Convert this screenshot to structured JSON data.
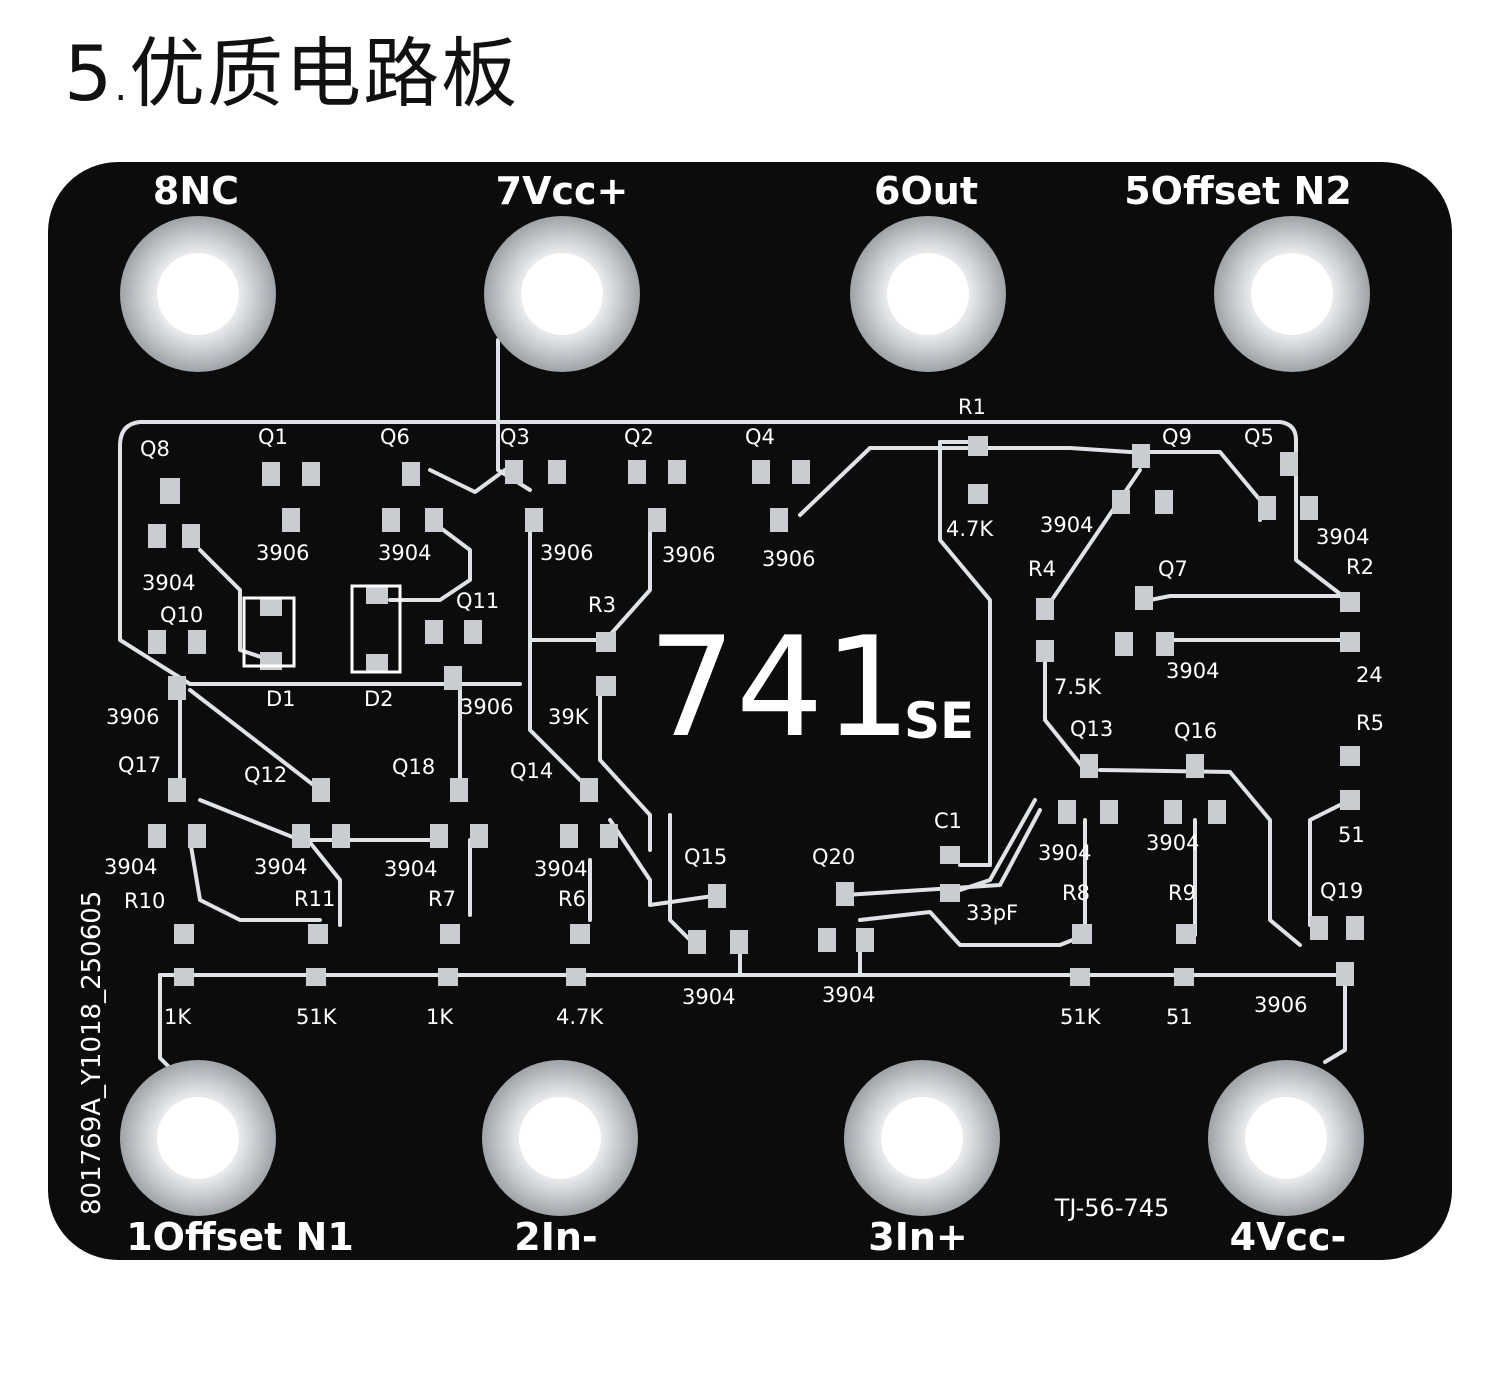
{
  "heading": {
    "number": "5",
    "separator": ".",
    "title": "优质电路板"
  },
  "colors": {
    "board": "#0c0c0c",
    "silk": "#ffffff",
    "copper": "#c9ccd0",
    "trace": "#dfe2e6",
    "pad_hole": "#ffffff"
  },
  "chip": {
    "number": "741",
    "suffix": "SE"
  },
  "pins_top": [
    {
      "label": "8NC"
    },
    {
      "label": "7Vcc+"
    },
    {
      "label": "6Out"
    },
    {
      "label": "5Offset N2"
    }
  ],
  "pins_bottom": [
    {
      "label": "1Offset N1"
    },
    {
      "label": "2In-"
    },
    {
      "label": "3In+"
    },
    {
      "label": "4Vcc-"
    }
  ],
  "board_code": "801769A_Y1018_250605",
  "model_code": "TJ-56-745",
  "components": {
    "q8": "Q8",
    "q1": "Q1",
    "q6": "Q6",
    "q3": "Q3",
    "q2": "Q2",
    "q4": "Q4",
    "r1": "R1",
    "q9": "Q9",
    "q5": "Q5",
    "v3906_a": "3906",
    "v3904_a": "3904",
    "v3906_b": "3906",
    "v3906_c": "3906",
    "v3906_d": "3906",
    "v47k_a": "4.7K",
    "v3904_b": "3904",
    "v3904_c": "3904",
    "v3904_d": "3904",
    "r4": "R4",
    "q7": "Q7",
    "r2": "R2",
    "q10": "Q10",
    "q11": "Q11",
    "r3": "R3",
    "v3904_e": "3904",
    "v24": "24",
    "d1": "D1",
    "d2": "D2",
    "v3906_e": "3906",
    "v3906_f": "3906",
    "v39k": "39K",
    "v75k": "7.5K",
    "r5": "R5",
    "q17": "Q17",
    "q12": "Q12",
    "q18": "Q18",
    "q14": "Q14",
    "q13": "Q13",
    "q16": "Q16",
    "c1": "C1",
    "v51_a": "51",
    "v3904_f": "3904",
    "v3904_g": "3904",
    "v3904_h": "3904",
    "v3904_i": "3904",
    "q15": "Q15",
    "q20": "Q20",
    "v3904_j": "3904",
    "v3904_k": "3904",
    "r10": "R10",
    "r11": "R11",
    "r7": "R7",
    "r6": "R6",
    "v33pf": "33pF",
    "r8": "R8",
    "r9": "R9",
    "q19": "Q19",
    "v3904_l": "3904",
    "v3904_m": "3904",
    "v3906_g": "3906",
    "v1k_a": "1K",
    "v51k_a": "51K",
    "v1k_b": "1K",
    "v47k_b": "4.7K",
    "v51k_b": "51K",
    "v51_b": "51"
  }
}
